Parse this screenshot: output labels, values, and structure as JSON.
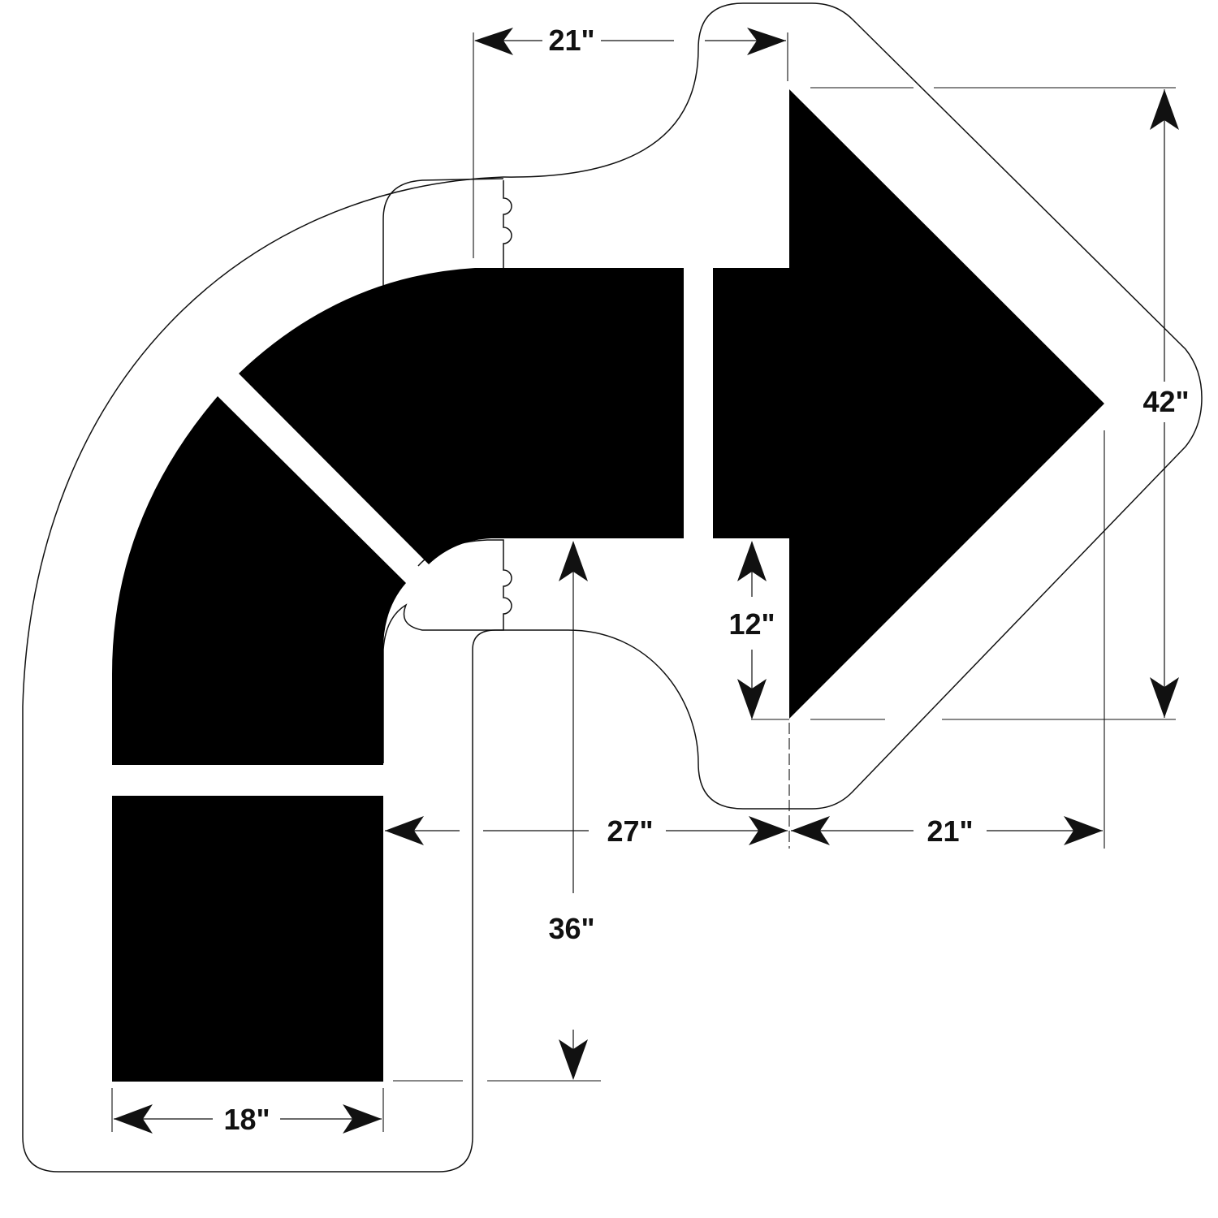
{
  "diagram": {
    "dimensions": {
      "top_width": "21\"",
      "arrow_head_height": "42\"",
      "shaft_offset": "12\"",
      "bend_width": "27\"",
      "head_depth": "21\"",
      "stem_height": "36\"",
      "stem_width": "18\""
    },
    "colors": {
      "stencil_fill": "#000000",
      "line": "#111111",
      "background": "#ffffff"
    }
  }
}
